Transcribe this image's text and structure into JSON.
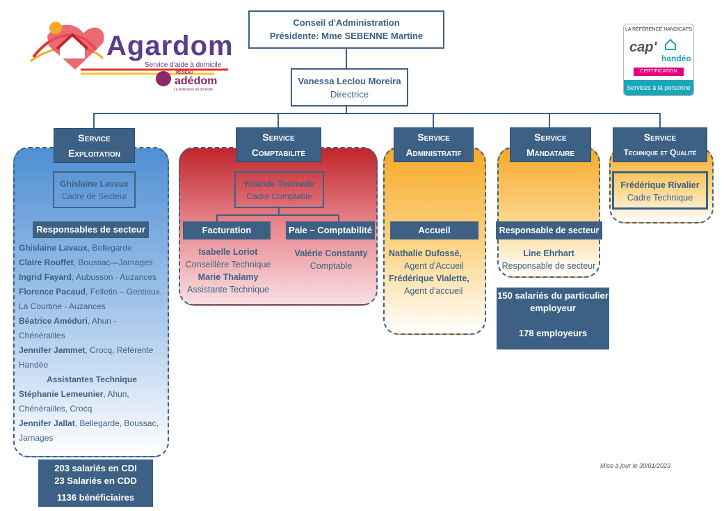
{
  "logo": {
    "name": "Agardom",
    "tagline": "Service d'aide à domicile",
    "network_label": "RÉSEAU",
    "network_name": "adédom",
    "network_sub": "La fédération du domicile"
  },
  "certification": {
    "top": "LA RÉFÉRENCE HANDICAPS",
    "brand_a": "cap'",
    "brand_b": "handéo",
    "band": "CERTIFICATION",
    "bottom": "Services à la personne"
  },
  "board": {
    "line1": "Conseil d'Administration",
    "line2": "Présidente: Mme SEBENNE Martine"
  },
  "director": {
    "name": "Vanessa Leclou Moreira",
    "role": "Directrice"
  },
  "services": [
    {
      "title_1": "Service",
      "title_2": "Exploitation",
      "head": {
        "name": "Ghislaine Lavaux",
        "role": "Cadre de Secteur"
      },
      "sub_header": "Responsables de secteur",
      "staff": [
        {
          "name": "Ghislaine Lavaux",
          "place": ", Bellegarde"
        },
        {
          "name": "Claire Rouffet",
          "place": ", Boussac—Jarnages"
        },
        {
          "name": "Ingrid Fayard",
          "place": ", Aubusson - Auzances"
        },
        {
          "name": "Florence Pacaud",
          "place": ", Felletin – Gentioux, La Courtine - Auzances"
        },
        {
          "name": "Béatrice Améduri",
          "place": ", Ahun - Chénérailles"
        },
        {
          "name": "Jennifer Jammet",
          "place": ", Crocq, Référente Handéo"
        }
      ],
      "sub_header_2": "Assistantes Technique",
      "staff_2": [
        {
          "name": "Stéphanie Lemeunier",
          "place": ", Ahun, Chénérailles, Crocq"
        },
        {
          "name": "Jennifer Jallat",
          "place": ", Bellegarde, Boussac, Jarnages"
        }
      ],
      "stats": [
        "203 salariés en CDI",
        "23 Salariés en CDD",
        "1136 bénéficiaires"
      ]
    },
    {
      "title_1": "Service",
      "title_2": "Comptabilité",
      "head": {
        "name": "Yolande Tournade",
        "role": "Cadre Comptable"
      },
      "branches": [
        {
          "header": "Facturation",
          "people": [
            {
              "name": "Isabelle Loriot",
              "role": "Conseillère Technique"
            },
            {
              "name": "Marie Thalamy",
              "role": "Assistante Technique"
            }
          ]
        },
        {
          "header": "Paie – Comptabilité",
          "people": [
            {
              "name": "Valérie Constanty",
              "role": "Comptable"
            }
          ]
        }
      ]
    },
    {
      "title_1": "Service",
      "title_2": "Administratif",
      "sub_header": "Accueil",
      "people": [
        {
          "name": "Nathalie Dufossé,",
          "role": "Agent d'Accueil"
        },
        {
          "name": "Frédérique Vialette,",
          "role": "Agent d'accueil"
        }
      ]
    },
    {
      "title_1": "Service",
      "title_2": "Mandataire",
      "sub_header": "Responsable de secteur",
      "people": [
        {
          "name": "Line Ehrhart",
          "role": "Responsable de secteur"
        }
      ],
      "stats": [
        "150 salariés du particulier employeur",
        "178 employeurs"
      ]
    },
    {
      "title_1": "Service",
      "title_2": "Technique et Qualité",
      "head": {
        "name": "Frédérique Rivalier",
        "role": "Cadre Technique"
      }
    }
  ],
  "footer": {
    "updated": "Mise à jour le 30/01/2023"
  },
  "colors": {
    "navy": "#3d6185",
    "blue_gradient_top": "#4f8fd3",
    "red_gradient_top": "#c0262b",
    "orange_gradient_top": "#f7a928"
  }
}
